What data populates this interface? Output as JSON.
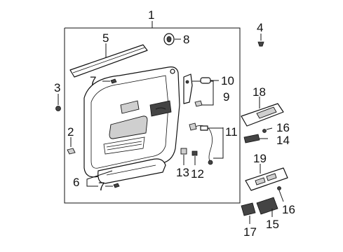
{
  "callouts": {
    "c1": "1",
    "c2": "2",
    "c3": "3",
    "c4": "4",
    "c5": "5",
    "c6": "6",
    "c7a": "7",
    "c7b": "7",
    "c8": "8",
    "c9": "9",
    "c10": "10",
    "c11": "11",
    "c12": "12",
    "c13": "13",
    "c14": "14",
    "c15": "15",
    "c16a": "16",
    "c16b": "16",
    "c17": "17",
    "c18": "18",
    "c19": "19"
  },
  "colors": {
    "line": "#111111",
    "background": "#ffffff",
    "shade": "#cfcfcf"
  }
}
